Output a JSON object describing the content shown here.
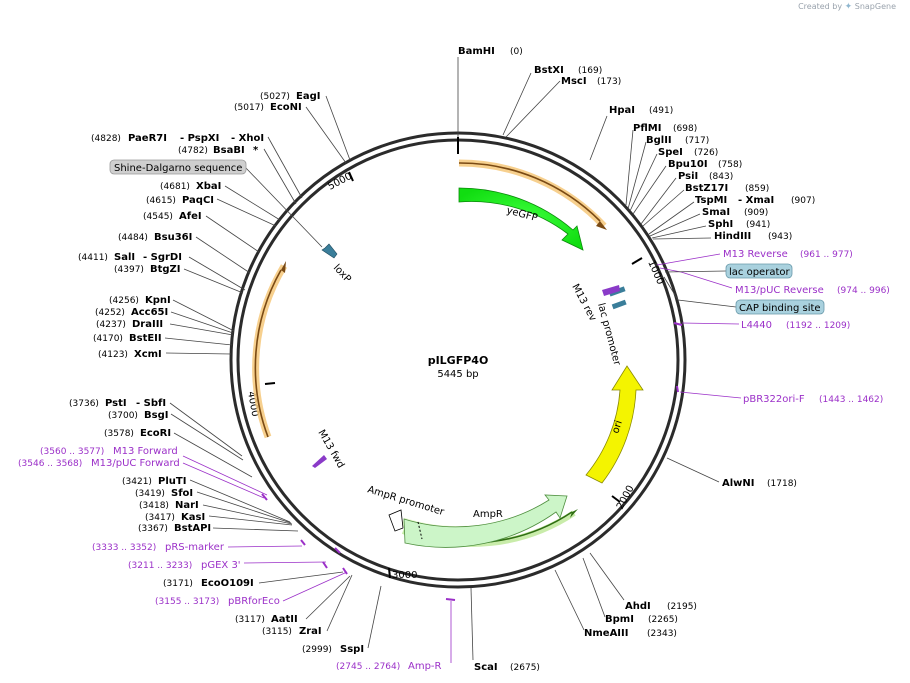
{
  "credit": {
    "prefix": "Created by",
    "brand": "SnapGene"
  },
  "plasmid": {
    "name": "pILGFP4O",
    "length_label": "5445 bp"
  },
  "ticks": [
    "1000",
    "2000",
    "3000",
    "4000",
    "5000"
  ],
  "features": {
    "yegfp": "yeGFP",
    "ori": "ori",
    "ampr": "AmpR",
    "ampr_promoter": "AmpR promoter",
    "loxp": "loxP",
    "lac_promoter": "lac promoter",
    "m13_rev": "M13 rev",
    "m13_fwd": "M13 fwd"
  },
  "boxed_labels": {
    "lac_operator": "lac operator",
    "cap_site": "CAP binding site",
    "shine_dalgarno": "Shine-Dalgarno sequence"
  },
  "sites_top": [
    {
      "name": "BamHI",
      "pos": "(0)"
    },
    {
      "name": "BstXI",
      "pos": "(169)"
    },
    {
      "name": "MscI",
      "pos": "(173)"
    },
    {
      "name": "HpaI",
      "pos": "(491)"
    },
    {
      "name": "PflMI",
      "pos": "(698)"
    },
    {
      "name": "BglII",
      "pos": "(717)"
    },
    {
      "name": "SpeI",
      "pos": "(726)"
    },
    {
      "name": "Bpu10I",
      "pos": "(758)"
    },
    {
      "name": "PsiI",
      "pos": "(843)"
    },
    {
      "name": "BstZ17I",
      "pos": "(859)"
    },
    {
      "name": "TspMI",
      "pos": "",
      "extra": "- XmaI",
      "extra_pos": "(907)"
    },
    {
      "name": "SmaI",
      "pos": "(909)"
    },
    {
      "name": "SphI",
      "pos": "(941)"
    },
    {
      "name": "HindIII",
      "pos": "(943)"
    }
  ],
  "sites_right": [
    {
      "name": "AlwNI",
      "pos": "(1718)"
    }
  ],
  "sites_bottom": [
    {
      "name": "AhdI",
      "pos": "(2195)"
    },
    {
      "name": "BpmI",
      "pos": "(2265)"
    },
    {
      "name": "NmeAIII",
      "pos": "(2343)"
    },
    {
      "name": "ScaI",
      "pos": "(2675)"
    },
    {
      "name": "SspI",
      "pos": "(2999)"
    },
    {
      "name": "ZraI",
      "pos": "(3115)"
    },
    {
      "name": "AatII",
      "pos": "(3117)"
    },
    {
      "name": "EcoO109I",
      "pos": "(3171)"
    }
  ],
  "sites_left": [
    {
      "name": "BstAPI",
      "pos": "(3367)"
    },
    {
      "name": "KasI",
      "pos": "(3417)"
    },
    {
      "name": "NarI",
      "pos": "(3418)"
    },
    {
      "name": "SfoI",
      "pos": "(3419)"
    },
    {
      "name": "PluTI",
      "pos": "(3421)"
    },
    {
      "name": "EcoRI",
      "pos": "(3578)"
    },
    {
      "name": "BsgI",
      "pos": "(3700)"
    },
    {
      "name": "PstI",
      "pos": "(3736)",
      "extra": "- SbfI"
    },
    {
      "name": "XcmI",
      "pos": "(4123)"
    },
    {
      "name": "BstEII",
      "pos": "(4170)"
    },
    {
      "name": "DraIII",
      "pos": "(4237)"
    },
    {
      "name": "Acc65I",
      "pos": "(4252)"
    },
    {
      "name": "KpnI",
      "pos": "(4256)"
    },
    {
      "name": "BtgZI",
      "pos": "(4397)"
    },
    {
      "name": "SalI",
      "pos": "(4411)",
      "extra": "- SgrDI"
    },
    {
      "name": "Bsu36I",
      "pos": "(4484)"
    },
    {
      "name": "AfeI",
      "pos": "(4545)"
    },
    {
      "name": "PaqCI",
      "pos": "(4615)"
    },
    {
      "name": "XbaI",
      "pos": "(4681)"
    },
    {
      "name": "BsaBI",
      "pos": "(4782)",
      "extra": "*"
    },
    {
      "name": "PaeR7I",
      "pos": "(4828)",
      "extra": "- PspXI",
      "extra2": "- XhoI"
    },
    {
      "name": "EcoNI",
      "pos": "(5017)"
    },
    {
      "name": "EagI",
      "pos": "(5027)"
    }
  ],
  "primers_right": [
    {
      "name": "M13 Reverse",
      "pos": "(961 .. 977)"
    },
    {
      "name": "M13/pUC Reverse",
      "pos": "(974 .. 996)"
    },
    {
      "name": "L4440",
      "pos": "(1192 .. 1209)"
    },
    {
      "name": "pBR322ori-F",
      "pos": "(1443 .. 1462)"
    }
  ],
  "primers_bottom": [
    {
      "name": "Amp-R",
      "pos": "(2745 .. 2764)"
    }
  ],
  "primers_left": [
    {
      "name": "M13 Forward",
      "pos": "(3560 .. 3577)"
    },
    {
      "name": "M13/pUC Forward",
      "pos": "(3546 .. 3568)"
    },
    {
      "name": "pRS-marker",
      "pos": "(3333 .. 3352)"
    },
    {
      "name": "pGEX 3'",
      "pos": "(3211 .. 3233)"
    },
    {
      "name": "pBRforEco",
      "pos": "(3155 .. 3173)"
    }
  ]
}
